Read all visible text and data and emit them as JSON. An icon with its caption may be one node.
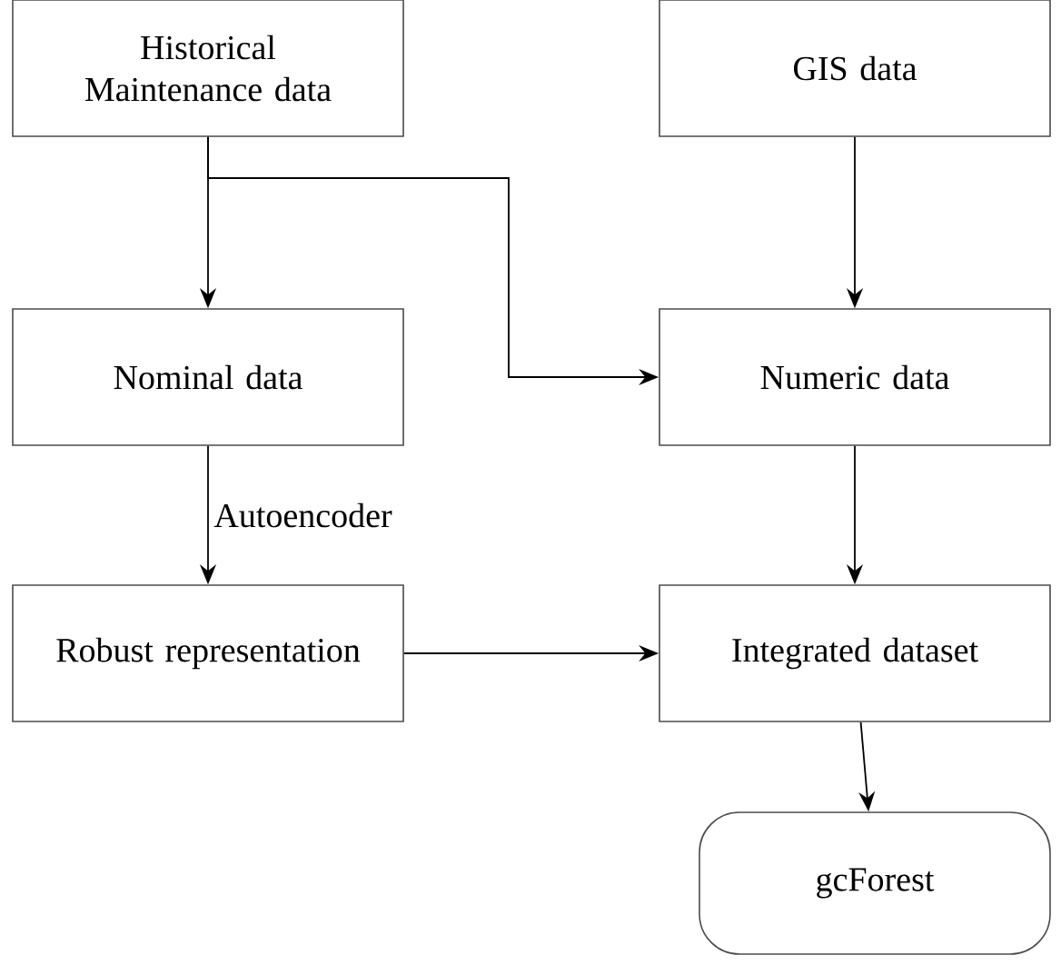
{
  "diagram": {
    "nodes": [
      {
        "text": [
          "Historical Maintenance data"
        ]
      },
      {
        "text": [
          "GIS data"
        ]
      },
      {
        "text": [
          "Nominal data"
        ]
      },
      {
        "text": [
          "Numeric data"
        ]
      },
      {
        "text": [
          "Robust representation"
        ]
      },
      {
        "text": [
          "Integrated dataset"
        ]
      },
      {
        "text": [
          "gcForest"
        ]
      }
    ],
    "edges": [
      {
        "from": 0,
        "to": 2,
        "arrow": "to"
      },
      {
        "from": 0,
        "to": 3,
        "arrow": "to"
      },
      {
        "from": 1,
        "to": 3,
        "arrow": "to"
      },
      {
        "from": 2,
        "to": 4,
        "arrow": "to",
        "label": "Autoencoder"
      },
      {
        "from": 4,
        "to": 5,
        "arrow": "to"
      },
      {
        "from": 3,
        "to": 5,
        "arrow": "to"
      },
      {
        "from": 5,
        "to": 6,
        "arrow": "to"
      }
    ]
  }
}
